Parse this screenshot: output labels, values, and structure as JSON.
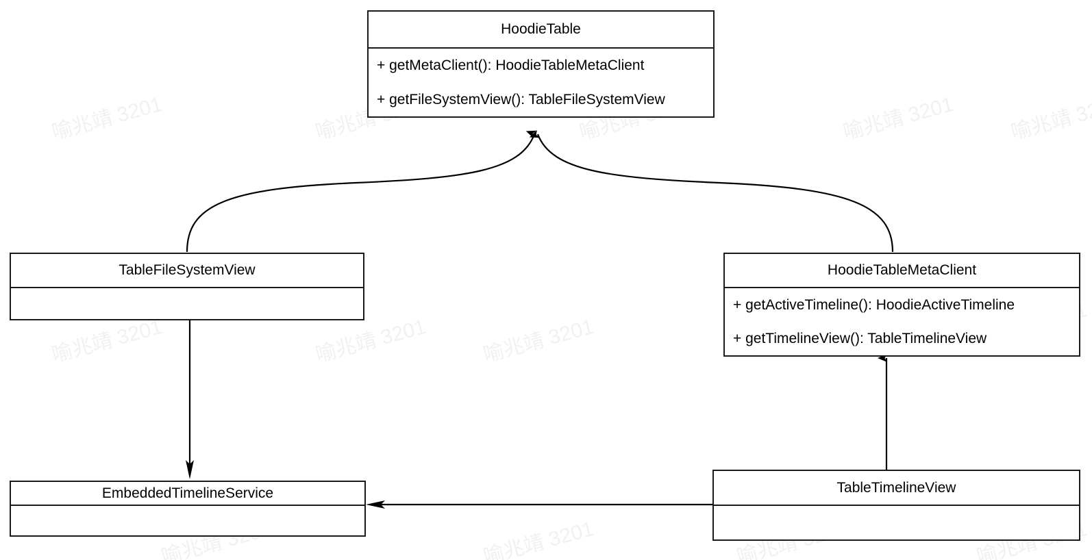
{
  "diagram": {
    "type": "uml-class-diagram",
    "background_color": "#ffffff",
    "line_color": "#1a1a1a",
    "text_color": "#000000",
    "watermark": {
      "text": "喻兆靖 3201",
      "color": "#f1f1f1",
      "rotation_deg": -15
    },
    "classes": [
      {
        "id": "hoodie-table",
        "name": "HoodieTable",
        "members": [
          "+ getMetaClient(): HoodieTableMetaClient",
          "+ getFileSystemView(): TableFileSystemView"
        ]
      },
      {
        "id": "table-file-system-view",
        "name": "TableFileSystemView",
        "members": []
      },
      {
        "id": "hoodie-table-meta-client",
        "name": "HoodieTableMetaClient",
        "members": [
          "+ getActiveTimeline(): HoodieActiveTimeline",
          "+ getTimelineView(): TableTimelineView"
        ]
      },
      {
        "id": "embedded-timeline-service",
        "name": "EmbeddedTimelineService",
        "members": []
      },
      {
        "id": "table-timeline-view",
        "name": "TableTimelineView",
        "members": []
      }
    ],
    "relationships": [
      {
        "id": "rel-tfsv-to-hoodietable",
        "from": "TableFileSystemView",
        "to": "HoodieTable",
        "style": "curved",
        "arrow": "filled"
      },
      {
        "id": "rel-htmc-to-hoodietable",
        "from": "HoodieTableMetaClient",
        "to": "HoodieTable",
        "style": "curved",
        "arrow": "filled"
      },
      {
        "id": "rel-tfsv-to-ets",
        "from": "TableFileSystemView",
        "to": "EmbeddedTimelineService",
        "style": "straight",
        "arrow": "filled"
      },
      {
        "id": "rel-ttv-to-htmc",
        "from": "TableTimelineView",
        "to": "HoodieTableMetaClient",
        "style": "straight",
        "arrow": "filled"
      },
      {
        "id": "rel-ttv-to-ets",
        "from": "TableTimelineView",
        "to": "EmbeddedTimelineService",
        "style": "straight",
        "arrow": "filled"
      }
    ]
  }
}
